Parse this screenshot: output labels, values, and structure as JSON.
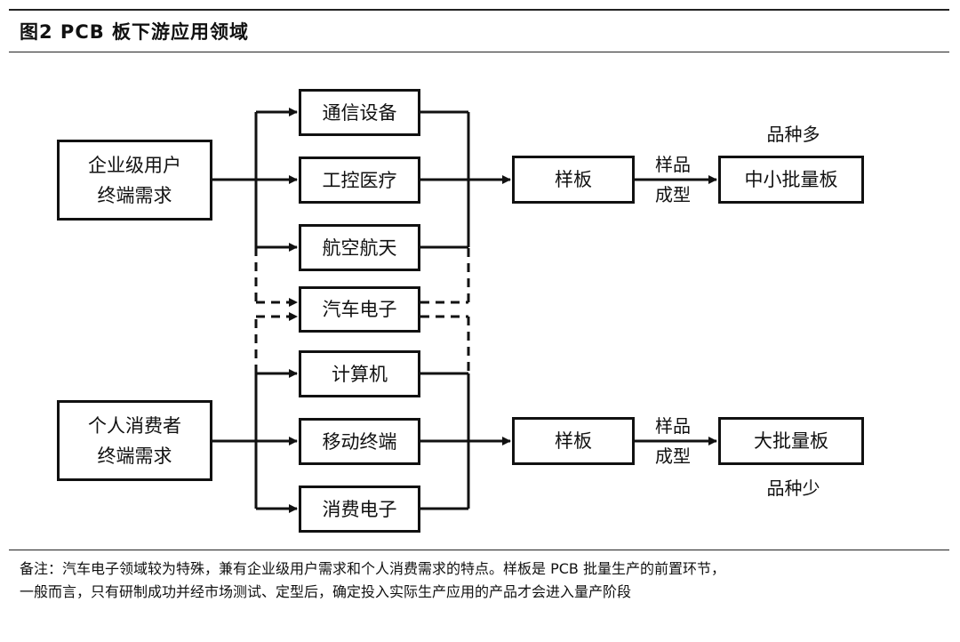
{
  "header": {
    "title": "图2  PCB 板下游应用领域"
  },
  "diagram": {
    "sources": {
      "enterprise": "企业级用户\n终端需求",
      "consumer": "个人消费者\n终端需求"
    },
    "applications": {
      "comm": "通信设备",
      "industrial": "工控医疗",
      "aero": "航空航天",
      "auto": "汽车电子",
      "computer": "计算机",
      "mobile": "移动终端",
      "consumer_elec": "消费电子"
    },
    "sample_top": "样板",
    "sample_bottom": "样板",
    "forming_top": "样品\n成型",
    "forming_bottom": "样品\n成型",
    "output_top": "中小批量板",
    "output_bottom": "大批量板",
    "variety_many": "品种多",
    "variety_few": "品种少"
  },
  "note": {
    "line1": "备注：汽车电子领域较为特殊，兼有企业级用户需求和个人消费需求的特点。样板是 PCB 批量生产的前置环节，",
    "line2": "一般而言，只有研制成功并经市场测试、定型后，确定投入实际生产应用的产品才会进入量产阶段"
  }
}
